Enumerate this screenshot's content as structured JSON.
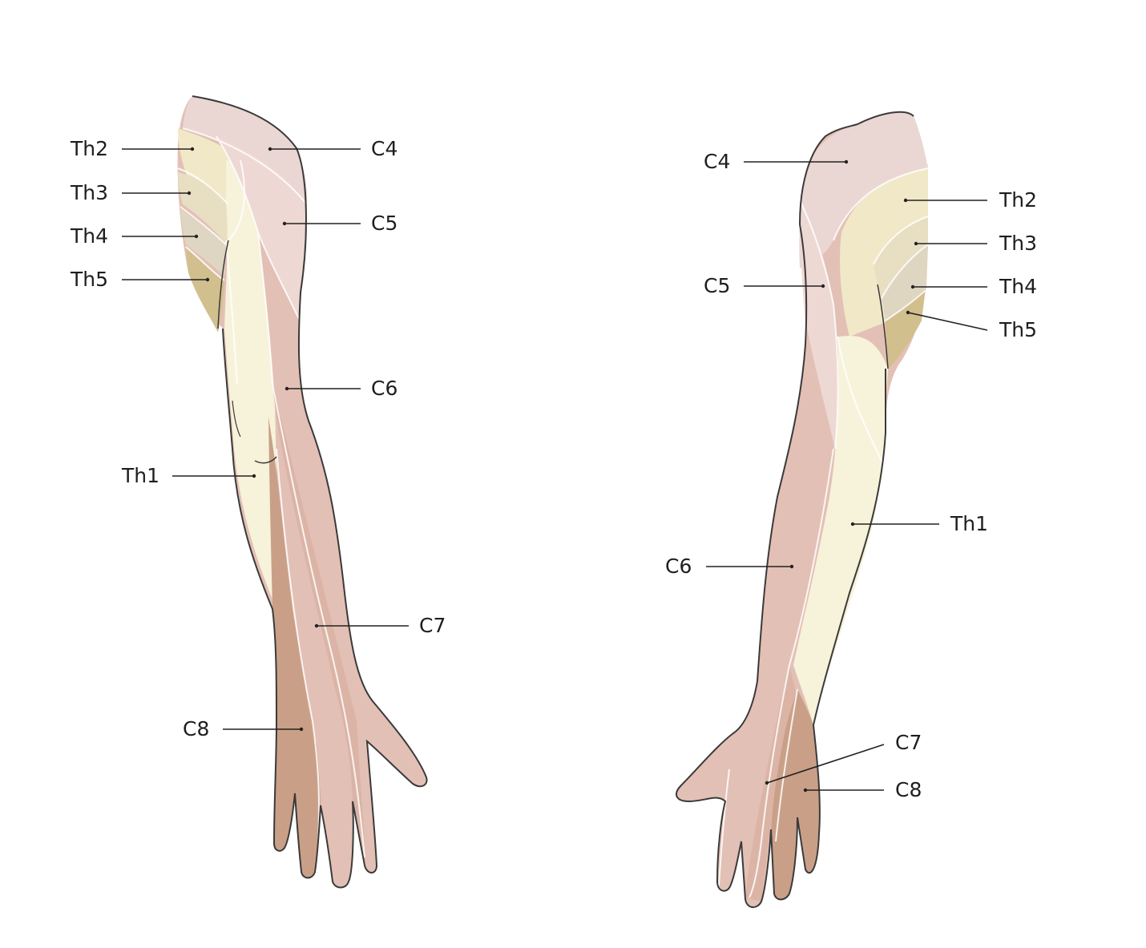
{
  "figure": {
    "colors": {
      "background": "#ffffff",
      "outline": "#3a3a3a",
      "boundary_line": "#ffffff",
      "leader_line": "#222222",
      "C4": "#ead6d2",
      "C5": "#eed8d3",
      "C6": "#e3c0b5",
      "C7": "#dbb4a6",
      "C8": "#c9a087",
      "Th1": "#f7f2da",
      "Th2": "#f1e8c8",
      "Th3": "#e8dec2",
      "Th4": "#dfd6c2",
      "Th5": "#d2bf8e"
    },
    "left_view": {
      "labels": {
        "th2": "Th2",
        "th3": "Th3",
        "th4": "Th4",
        "th5": "Th5",
        "c4": "C4",
        "c5": "C5",
        "c6": "C6",
        "th1": "Th1",
        "c7": "C7",
        "c8": "C8"
      }
    },
    "right_view": {
      "labels": {
        "c4": "C4",
        "th2": "Th2",
        "th3": "Th3",
        "c5": "C5",
        "th4": "Th4",
        "th5": "Th5",
        "th1": "Th1",
        "c6": "C6",
        "c7": "C7",
        "c8": "C8"
      }
    }
  }
}
